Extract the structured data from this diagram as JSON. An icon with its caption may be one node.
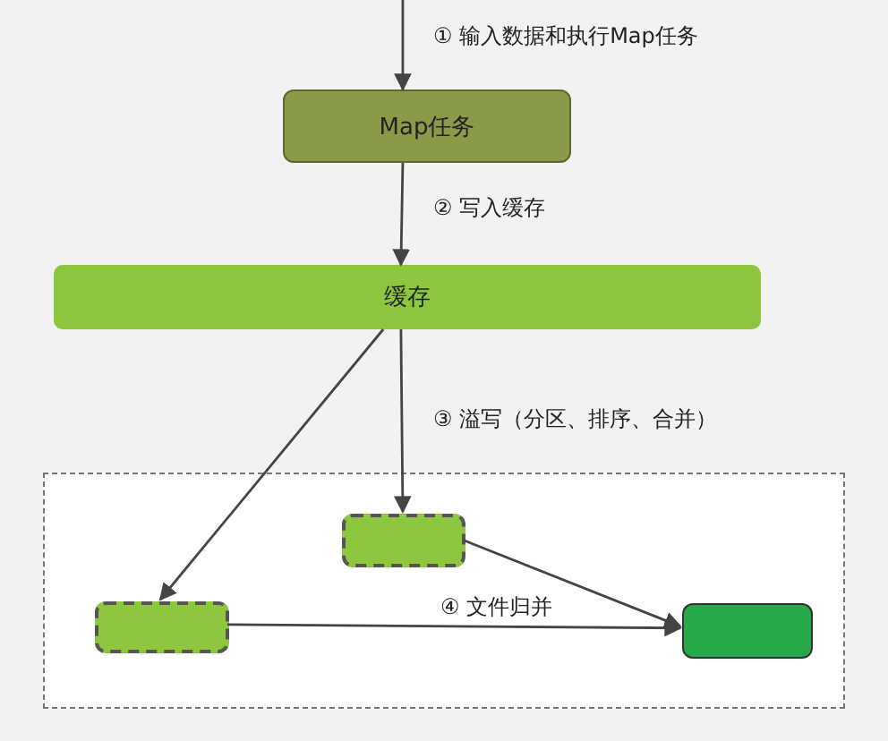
{
  "diagram": {
    "nodes": [
      {
        "text": [
          "Map任务"
        ]
      },
      {
        "text": [
          "缓存"
        ]
      },
      {
        "text": [],
        "shape": "box"
      },
      {
        "text": [],
        "shape": "box",
        "in": 2
      },
      {
        "text": [],
        "shape": "box",
        "in": 2
      },
      {
        "text": [],
        "shape": "box",
        "in": 2
      }
    ],
    "edges": [
      {
        "from": null,
        "to": 0,
        "arrow": "to",
        "label": "① 输入数据和执行Map任务"
      },
      {
        "from": 0,
        "to": 1,
        "arrow": "to",
        "label": "② 写入缓存"
      },
      {
        "from": 1,
        "to": 4,
        "arrow": "to"
      },
      {
        "from": 1,
        "to": 3,
        "arrow": "to",
        "label": "③ 溢写（分区、排序、合并）"
      },
      {
        "from": 3,
        "to": 5,
        "arrow": "to"
      },
      {
        "from": 4,
        "to": 5,
        "arrow": "to",
        "label": "④ 文件归并"
      }
    ]
  }
}
